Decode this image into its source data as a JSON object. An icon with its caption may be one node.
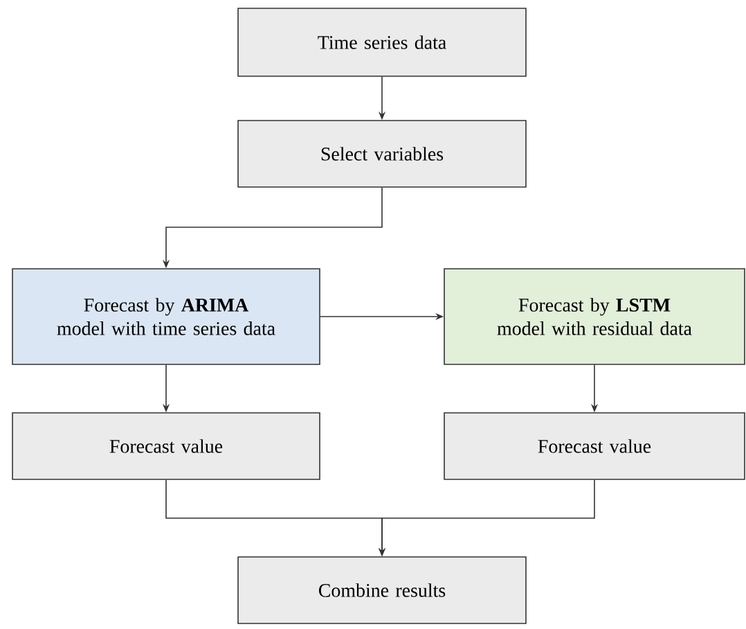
{
  "diagram": {
    "nodes": [
      {
        "text": [
          "Time series data"
        ]
      },
      {
        "text": [
          "Select variables"
        ]
      },
      {
        "text": [
          "Forecast by **ARIMA** model with time series data"
        ]
      },
      {
        "text": [
          "Forecast by **LSTM** model with residual data"
        ]
      },
      {
        "text": [
          "Forecast value"
        ]
      },
      {
        "text": [
          "Forecast value"
        ]
      },
      {
        "text": [
          "Combine results"
        ]
      }
    ],
    "edges": [
      {
        "from": 0,
        "to": 1,
        "arrow": "to"
      },
      {
        "from": 1,
        "to": 2,
        "arrow": "to"
      },
      {
        "from": 2,
        "to": 3,
        "arrow": "to"
      },
      {
        "from": 2,
        "to": 4,
        "arrow": "to"
      },
      {
        "from": 3,
        "to": 5,
        "arrow": "to"
      },
      {
        "from": 4,
        "to": 6,
        "arrow": "to"
      },
      {
        "from": 5,
        "to": 6,
        "arrow": "to"
      }
    ]
  }
}
